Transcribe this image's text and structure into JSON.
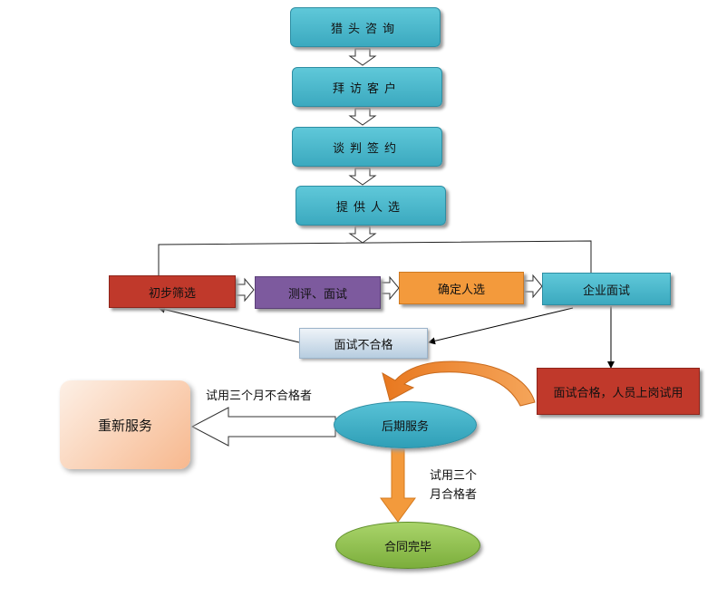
{
  "top_steps": [
    "猎头咨询",
    "拜访客户",
    "谈判签约",
    "提供人选"
  ],
  "row_steps": [
    "初步筛选",
    "测评、面试",
    "确定人选",
    "企业面试"
  ],
  "fail_box": "面试不合格",
  "pass_box": "面试合格，人员上岗试用",
  "service_ellipse": "后期服务",
  "restart_box": "重新服务",
  "fail_trial_label": "试用三个月不合格者",
  "pass_trial_label_line1": "试用三个",
  "pass_trial_label_line2": "月合格者",
  "end_ellipse": "合同完毕",
  "colors": {
    "teal": "#45b3c7",
    "red": "#c0392b",
    "purple": "#7d5a9e",
    "orange": "#f39a3c",
    "green": "#8fbf4a",
    "peach": "#f9c9a6"
  }
}
